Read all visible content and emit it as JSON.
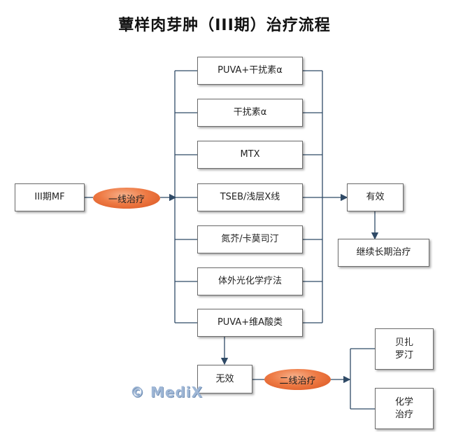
{
  "title": "蕈样肉芽肿（III期）治疗流程",
  "start": "III期MF",
  "first_line": "一线治疗",
  "treatments": [
    "PUVA+干扰素α",
    "干扰素α",
    "MTX",
    "TSEB/浅层X线",
    "氮芥/卡莫司汀",
    "体外光化学疗法",
    "PUVA+维A酸类"
  ],
  "effective": "有效",
  "continue": "继续长期治疗",
  "ineffective": "无效",
  "second_line": "二线治疗",
  "second_options": [
    "贝扎\n罗汀",
    "化学\n治疗"
  ],
  "watermark": "© MediX",
  "colors": {
    "line": "#2f4a66",
    "ellipse": "#ee7a44",
    "box_border": "#6b6b6b"
  }
}
